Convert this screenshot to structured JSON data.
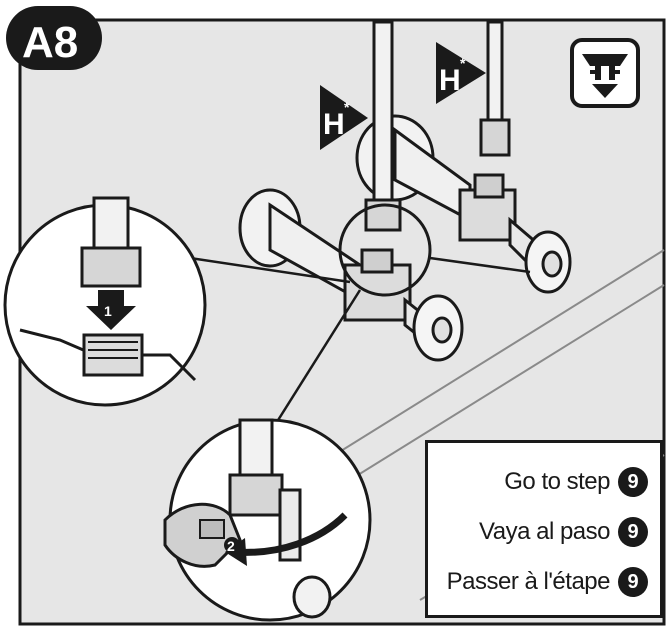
{
  "step": {
    "label": "A8"
  },
  "markers": {
    "hot_label_left": "H",
    "hot_label_right": "H",
    "hot_asterisk": "*",
    "action_1": "1",
    "action_2": "2"
  },
  "icons": {
    "sink_icon": "sink-with-down-arrow-icon",
    "wrench_icon": "wrench-icon"
  },
  "instructions": [
    {
      "text": "Go to step",
      "step_number": "9"
    },
    {
      "text": "Vaya al paso",
      "step_number": "9"
    },
    {
      "text": "Passer à l'étape",
      "step_number": "9"
    }
  ],
  "colors": {
    "background": "#ffffff",
    "panel": "#e6e6e6",
    "line": "#1a1a1a",
    "metal": "#d9d9d9"
  }
}
